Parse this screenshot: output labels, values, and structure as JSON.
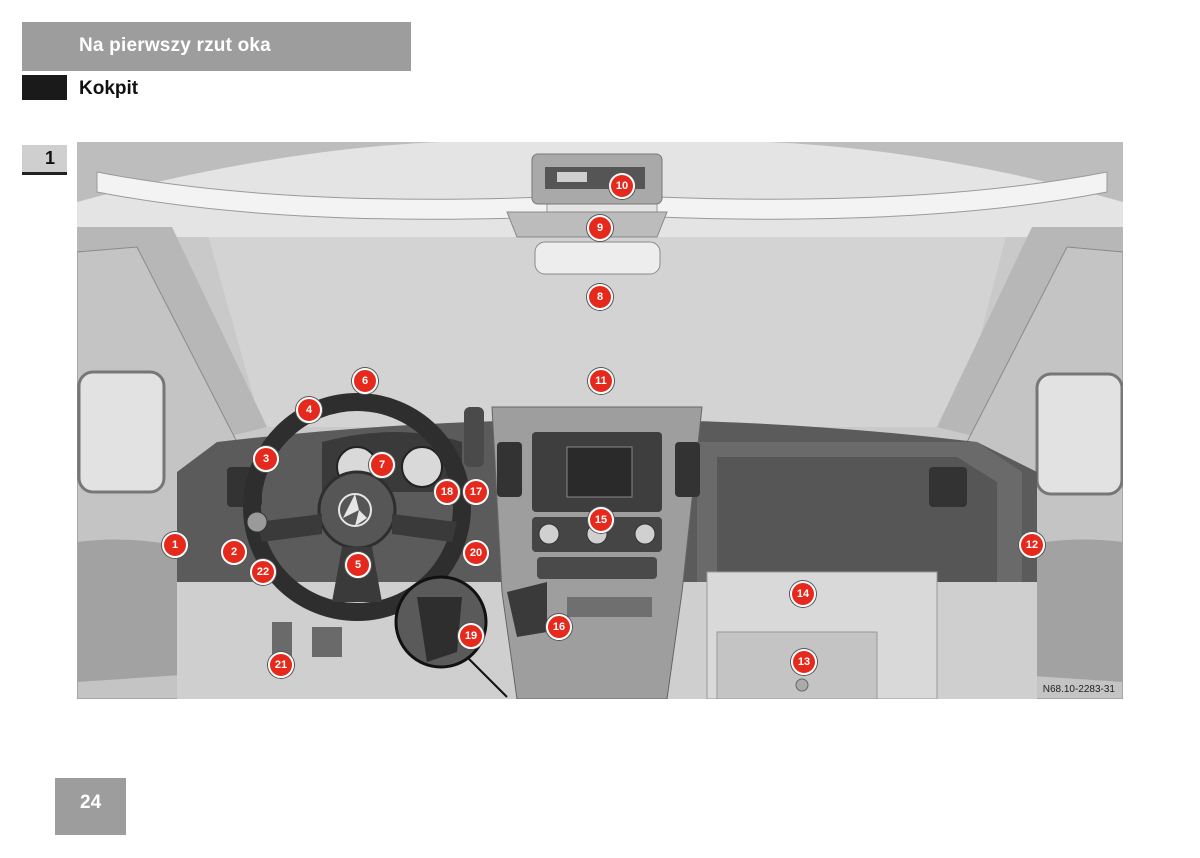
{
  "header": {
    "section_title": "Na pierwszy rzut oka",
    "subsection_title": "Kokpit",
    "chapter_number": "1"
  },
  "figure": {
    "code": "N68.10-2283-31",
    "callouts": [
      "1",
      "2",
      "3",
      "4",
      "5",
      "6",
      "7",
      "8",
      "9",
      "10",
      "11",
      "12",
      "13",
      "14",
      "15",
      "16",
      "17",
      "18",
      "19",
      "20",
      "21",
      "22"
    ]
  },
  "footer": {
    "page_number": "24"
  },
  "colors": {
    "header_grey": "#9d9d9d",
    "callout_red": "#e52a1d",
    "marker_black": "#1a1a1a"
  }
}
